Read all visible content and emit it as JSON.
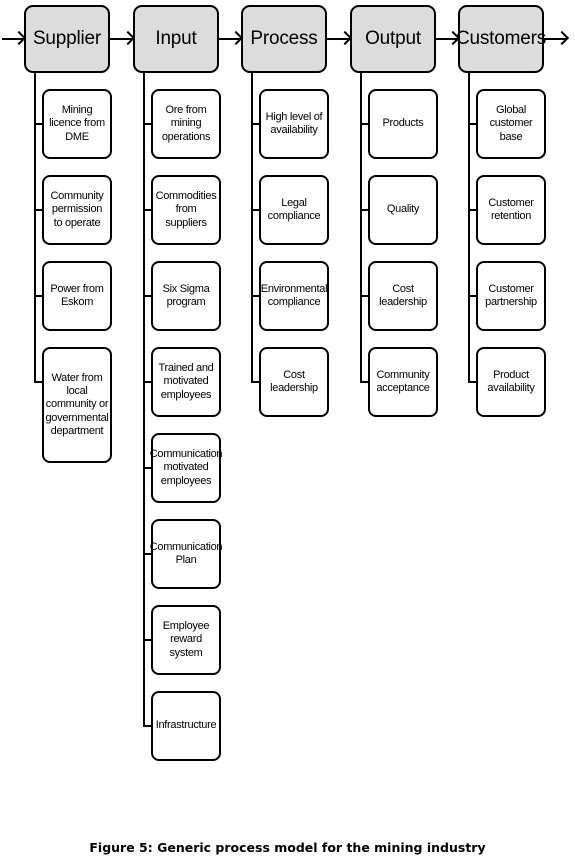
{
  "headers": [
    "Supplier",
    "Input",
    "Process",
    "Output",
    "Customers"
  ],
  "columns": [
    [
      "Mining licence from DME",
      "Community permission to operate",
      "Power from Eskom",
      "Water from local community or governmental department"
    ],
    [
      "Ore from mining operations",
      "Commodities from suppliers",
      "Six Sigma program",
      "Trained and motivated employees",
      "Communication motivated employees",
      "Communication Plan",
      "Employee reward system",
      "Infrastructure"
    ],
    [
      "High level of availability",
      "Legal compliance",
      "Environmental compliance",
      "Cost leadership"
    ],
    [
      "Products",
      "Quality",
      "Cost leadership",
      "Community acceptance"
    ],
    [
      "Global customer base",
      "Customer retention",
      "Customer partnership",
      "Product availability"
    ]
  ],
  "caption": "Figure 5: Generic process model for the mining industry"
}
